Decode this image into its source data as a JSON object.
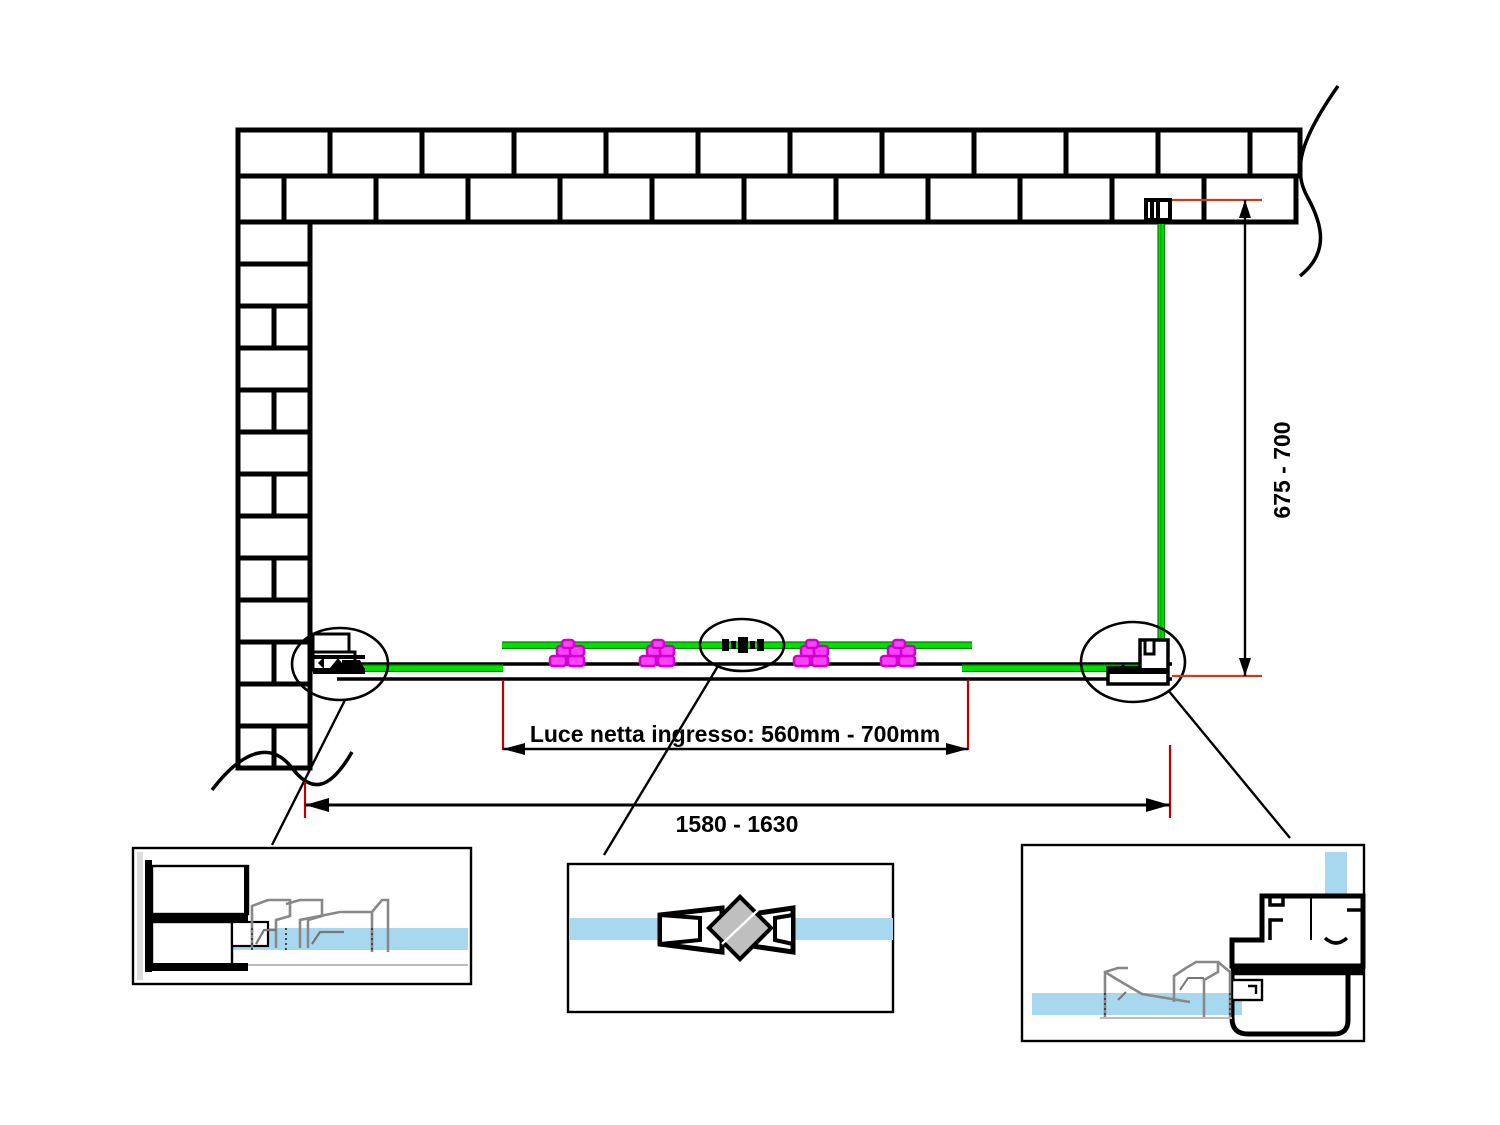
{
  "drawing": {
    "title": "Shower enclosure plan view technical drawing",
    "dimensions": {
      "width_label": "1580 - 1630",
      "depth_label": "675 - 700",
      "entry_label": "Luce netta ingresso: 560mm - 700mm"
    },
    "colors": {
      "glass_plan": "#00e000",
      "glass_section": "#a8d8f0",
      "roller": "#e000e0",
      "dimension_red": "#c00000",
      "outline": "#000000",
      "profile_gray": "#a0a0a0"
    },
    "callouts": [
      {
        "id": "left-detail",
        "name": "wall-profile-detail"
      },
      {
        "id": "center-detail",
        "name": "magnetic-seal-detail"
      },
      {
        "id": "right-detail",
        "name": "corner-profile-detail"
      }
    ],
    "components": {
      "wall": "brick-wall",
      "fixed_panel": "fixed-glass-panel",
      "sliding_panel": "sliding-glass-panel",
      "side_panel": "side-glass-panel",
      "rollers": 4,
      "handle": "door-handle"
    }
  }
}
